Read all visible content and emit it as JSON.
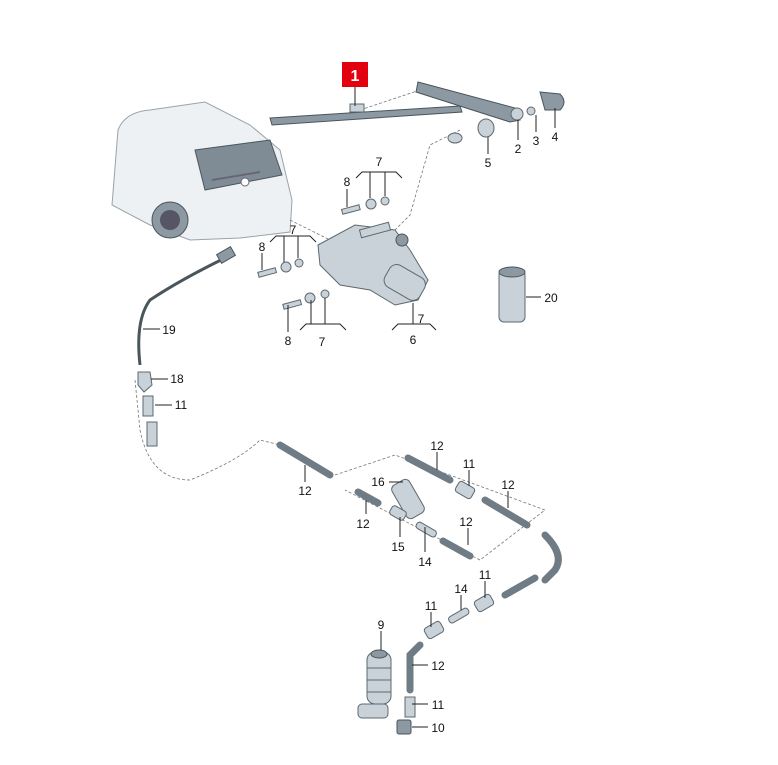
{
  "diagram": {
    "highlight_color": "#e3000f",
    "selected_part": "1",
    "callouts": {
      "p1": "1",
      "p2": "2",
      "p3": "3",
      "p4": "4",
      "p5": "5",
      "p6": "6",
      "p7": "7",
      "p8": "8",
      "p9": "9",
      "p10": "10",
      "p11": "11",
      "p12": "12",
      "p14": "14",
      "p15": "15",
      "p16": "16",
      "p18": "18",
      "p19": "19",
      "p20": "20"
    }
  }
}
